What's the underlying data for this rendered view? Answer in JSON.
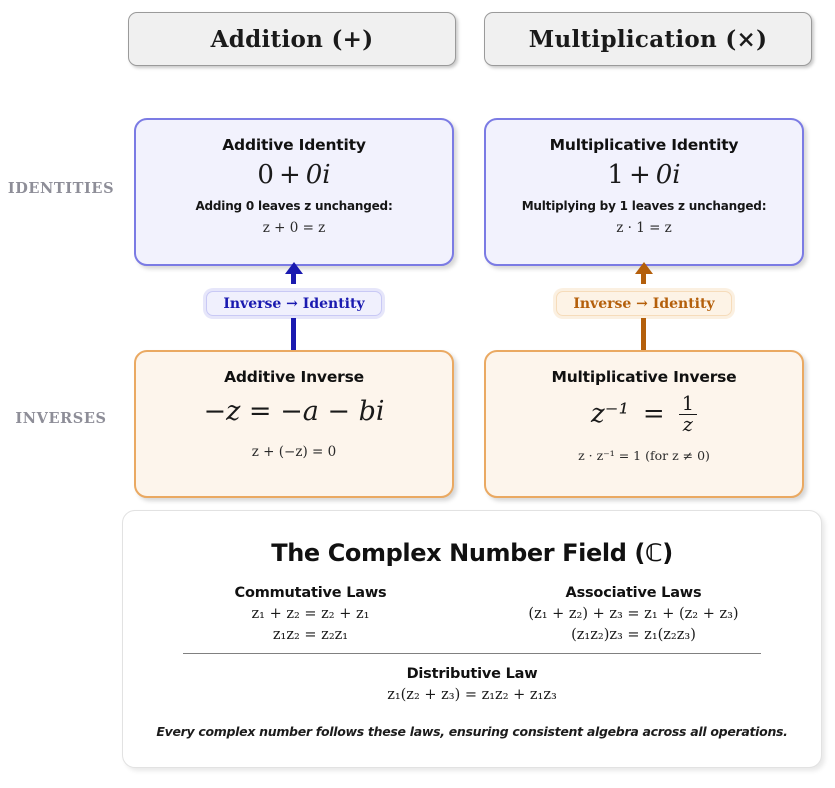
{
  "headers": {
    "addition": "Addition (+)",
    "multiplication": "Multiplication (×)"
  },
  "row_labels": {
    "identities": "IDENTITIES",
    "inverses": "INVERSES"
  },
  "cards": {
    "additive_identity": {
      "title": "Additive Identity",
      "formula_lhs": "0",
      "formula_op": "+",
      "formula_rhs": "0i",
      "note": "Adding 0 leaves z unchanged:",
      "sub": "z + 0  =  z"
    },
    "multiplicative_identity": {
      "title": "Multiplicative Identity",
      "formula_lhs": "1",
      "formula_op": "+",
      "formula_rhs": "0i",
      "note": "Multiplying by 1 leaves z unchanged:",
      "sub": "z · 1  =  z"
    },
    "additive_inverse": {
      "title": "Additive Inverse",
      "formula": "−z  =  −a − bi",
      "sub": "z + (−z)  =  0"
    },
    "multiplicative_inverse": {
      "title": "Multiplicative Inverse",
      "formula_lhs": "z⁻¹",
      "formula_eq": "=",
      "frac_num": "1",
      "frac_den": "z",
      "sub": "z · z⁻¹  =  1 (for z ≠ 0)"
    }
  },
  "connectors": {
    "addition_label": "Inverse → Identity",
    "multiplication_label": "Inverse → Identity",
    "addition_color": "#1a1ab0",
    "multiplication_color": "#b45f0b"
  },
  "field_panel": {
    "title": "The Complex Number Field (ℂ)",
    "commutative": {
      "heading": "Commutative Laws",
      "eq1": "z₁ + z₂ = z₂ + z₁",
      "eq2": "z₁z₂ = z₂z₁"
    },
    "associative": {
      "heading": "Associative Laws",
      "eq1": "(z₁ + z₂) + z₃ = z₁ + (z₂ + z₃)",
      "eq2": "(z₁z₂)z₃ = z₁(z₂z₃)"
    },
    "distributive": {
      "heading": "Distributive Law",
      "eq1": "z₁(z₂ + z₃) = z₁z₂ + z₁z₃"
    },
    "footnote": "Every complex number follows these laws, ensuring consistent algebra across all operations."
  },
  "colors": {
    "identity_fill": "#f2f2fd",
    "identity_border": "#7b7be4",
    "inverse_fill": "#fdf5ec",
    "inverse_border": "#eaa962",
    "header_fill": "#f0f0f0",
    "header_border": "#9a9a9a",
    "row_label": "#8e8e98"
  }
}
